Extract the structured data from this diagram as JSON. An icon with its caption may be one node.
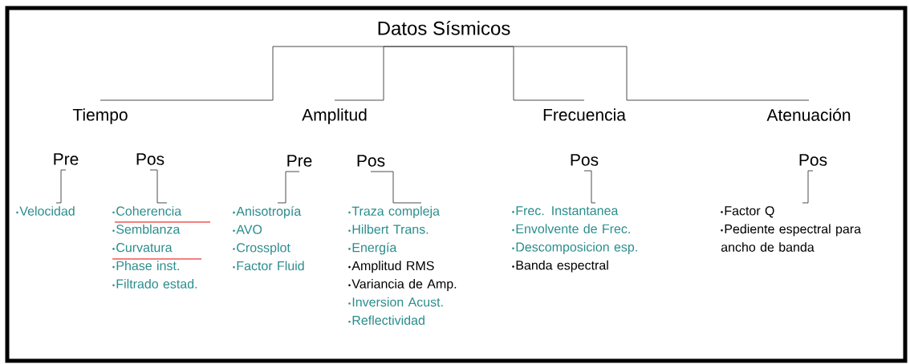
{
  "diagram": {
    "nodes": [
      {
        "text": [
          "Datos Sísmicos"
        ]
      },
      {
        "text": [
          "Tiempo"
        ]
      },
      {
        "text": [
          "Amplitud"
        ]
      },
      {
        "text": [
          "Frecuencia"
        ]
      },
      {
        "text": [
          "Atenuación"
        ]
      },
      {
        "text": [
          "Pre"
        ]
      },
      {
        "text": [
          "Pos"
        ]
      },
      {
        "text": [
          "Pre"
        ]
      },
      {
        "text": [
          "Pos"
        ]
      },
      {
        "text": [
          "Pos"
        ]
      },
      {
        "text": [
          "Pos"
        ]
      },
      {
        "text": [
          "Velocidad"
        ]
      },
      {
        "text": [
          "Coherencia",
          "Semblanza",
          "Curvatura",
          "Phase inst.",
          "Filtrado estad."
        ]
      },
      {
        "text": [
          "Anisotropía",
          "AVO",
          "Crossplot",
          "Factor Fluid"
        ]
      },
      {
        "text": [
          "Traza compleja",
          "Hilbert Trans.",
          "Energía",
          "Amplitud RMS",
          "Variancia de Amp.",
          "Inversion Acust.",
          "Reflectividad"
        ]
      },
      {
        "text": [
          "Frec. Instantanea",
          "Envolvente de Frec.",
          "Descomposicion esp.",
          "Banda espectral"
        ]
      },
      {
        "text": [
          "Factor Q",
          "Pediente espectral para ancho de banda"
        ]
      }
    ],
    "edges": [
      {
        "from": 0,
        "to": 1,
        "arrow": "none"
      },
      {
        "from": 0,
        "to": 2,
        "arrow": "none"
      },
      {
        "from": 0,
        "to": 3,
        "arrow": "none"
      },
      {
        "from": 0,
        "to": 4,
        "arrow": "none"
      },
      {
        "from": 5,
        "to": 11,
        "arrow": "none"
      },
      {
        "from": 6,
        "to": 12,
        "arrow": "none"
      },
      {
        "from": 7,
        "to": 13,
        "arrow": "none"
      },
      {
        "from": 8,
        "to": 14,
        "arrow": "none"
      },
      {
        "from": 9,
        "to": 15,
        "arrow": "none"
      },
      {
        "from": 10,
        "to": 16,
        "arrow": "none"
      }
    ]
  }
}
